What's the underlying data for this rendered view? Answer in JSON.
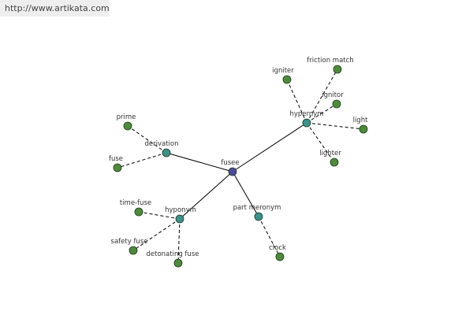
{
  "watermark": "http://www.artikata.com",
  "colors": {
    "center": "#4a4a9a",
    "relation": "#3f8f8a",
    "leaf": "#4f8a3c"
  },
  "graph": {
    "center": "fusee",
    "relations": [
      {
        "label": "derivation",
        "targets": [
          "prime",
          "fuse"
        ]
      },
      {
        "label": "hypernym",
        "targets": [
          "igniter",
          "friction match",
          "ignitor",
          "light",
          "lighter"
        ]
      },
      {
        "label": "hyponym",
        "targets": [
          "time-fuse",
          "safety fuse",
          "detonating fuse"
        ]
      },
      {
        "label": "part meronym",
        "targets": [
          "clock"
        ]
      }
    ]
  }
}
